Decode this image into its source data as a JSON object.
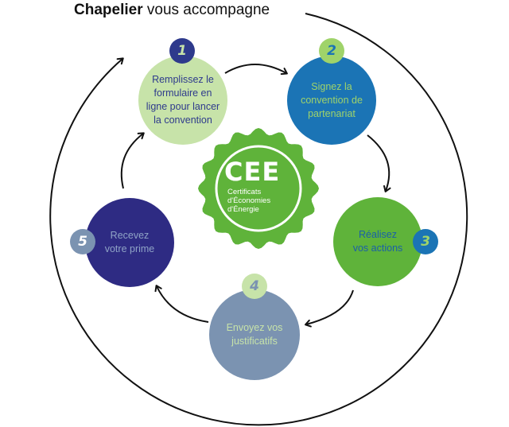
{
  "header": {
    "title_bold": "Chapelier",
    "title_rest": "vous accompagne"
  },
  "center_seal": {
    "acronym": "CEE",
    "subtitle": "Certificats\nd'Économies\nd'Énergie",
    "color": "#5fb33a"
  },
  "steps": [
    {
      "number": "1",
      "text": "Remplissez le\nformulaire en\nligne pour lancer\nla convention",
      "circle_color": "#c7e3a9",
      "text_color": "#2e3a8c",
      "badge_color": "#2e3a8c",
      "badge_text_color": "#c7e3a9"
    },
    {
      "number": "2",
      "text": "Signez la\nconvention de\npartenariat",
      "circle_color": "#1b74b5",
      "text_color": "#9fd36a",
      "badge_color": "#9fd36a",
      "badge_text_color": "#1b74b5"
    },
    {
      "number": "3",
      "text": "Réalisez\nvos actions",
      "circle_color": "#5fb33a",
      "text_color": "#1b5fa8",
      "badge_color": "#1b74b5",
      "badge_text_color": "#9fd36a"
    },
    {
      "number": "4",
      "text": "Envoyez vos\njustificatifs",
      "circle_color": "#7b93b1",
      "text_color": "#c7e3a9",
      "badge_color": "#c7e3a9",
      "badge_text_color": "#7b93b1"
    },
    {
      "number": "5",
      "text": "Recevez\nvotre prime",
      "circle_color": "#2e2b83",
      "text_color": "#8fa3c6",
      "badge_color": "#7b93b1",
      "badge_text_color": "#ffffff"
    }
  ]
}
